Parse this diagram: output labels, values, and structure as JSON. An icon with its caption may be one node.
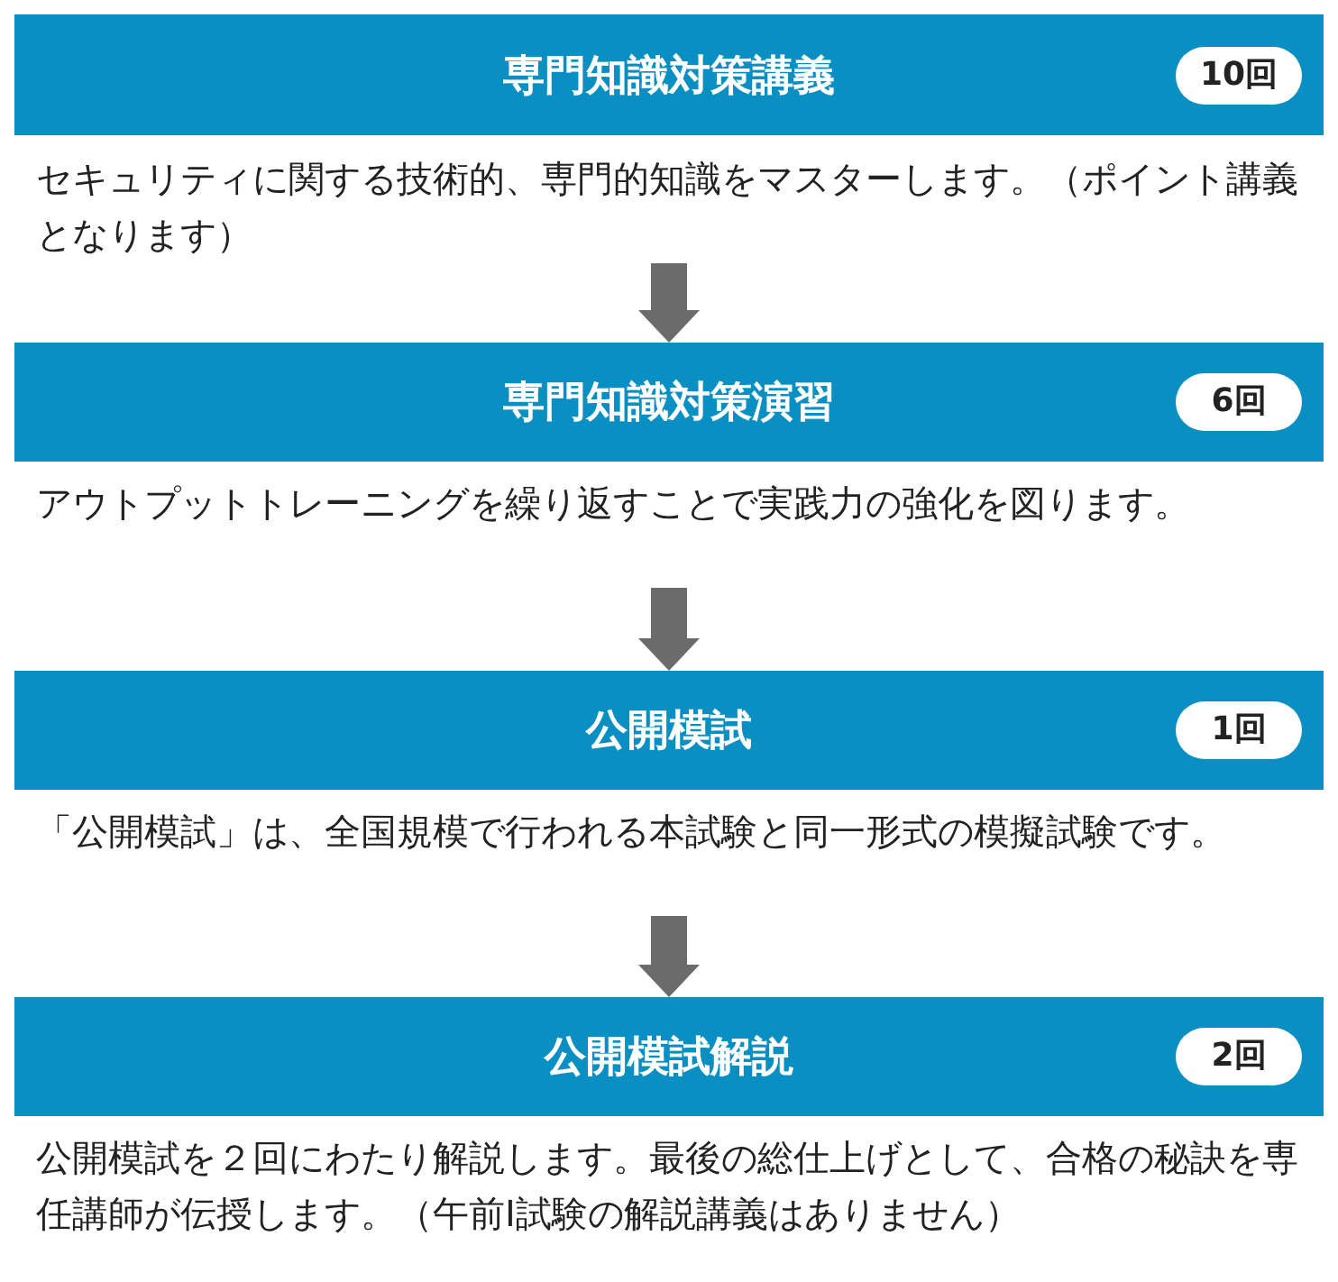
{
  "diagram": {
    "nodes": [
      {
        "text": [
          "専門知識対策講義"
        ]
      },
      {
        "text": [
          "10回"
        ],
        "in": 0
      },
      {
        "text": [
          "セキュリティに関する技術的、専門的知識をマスターします。（ポイント講義となります）"
        ]
      },
      {
        "text": [
          "専門知識対策演習"
        ]
      },
      {
        "text": [
          "6回"
        ],
        "in": 3
      },
      {
        "text": [
          "アウトプットトレーニングを繰り返すことで実践力の強化を図ります。"
        ]
      },
      {
        "text": [
          "公開模試"
        ]
      },
      {
        "text": [
          "1回"
        ],
        "in": 6
      },
      {
        "text": [
          "「公開模試」は、全国規模で行われる本試験と同一形式の模擬試験です。"
        ]
      },
      {
        "text": [
          "公開模試解説"
        ]
      },
      {
        "text": [
          "2回"
        ],
        "in": 9
      },
      {
        "text": [
          "公開模試を２回にわたり解説します。最後の総仕上げとして、合格の秘訣を専任講師が伝授します。（午前Ⅰ試験の解説講義はありません）"
        ]
      }
    ],
    "edges": [
      {
        "from": 2,
        "to": 3,
        "arrow": "to"
      },
      {
        "from": 5,
        "to": 6,
        "arrow": "to"
      },
      {
        "from": 8,
        "to": 9,
        "arrow": "to"
      }
    ]
  }
}
